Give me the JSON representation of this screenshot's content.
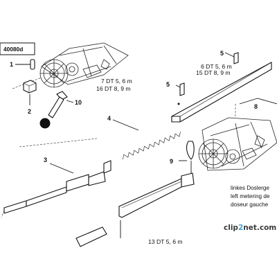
{
  "figure_id": "40080d",
  "callouts": [
    {
      "id": "c1",
      "num": "1"
    },
    {
      "id": "c2",
      "num": "2"
    },
    {
      "id": "c10",
      "num": "10"
    },
    {
      "id": "c4",
      "num": "4"
    },
    {
      "id": "c3",
      "num": "3"
    },
    {
      "id": "c5a",
      "num": "5"
    },
    {
      "id": "c5b",
      "num": "5"
    },
    {
      "id": "c8",
      "num": "8"
    },
    {
      "id": "c9",
      "num": "9"
    }
  ],
  "variants": {
    "upper_left": {
      "line1": "7 DT 5, 6 m",
      "line2": "16 DT 8, 9 m"
    },
    "upper_right": {
      "line1": "6 DT 5, 6 m",
      "line2": "15 DT 8, 9 m"
    },
    "bottom": {
      "line1": "13 DT 5, 6 m"
    }
  },
  "caption": {
    "de": "linkes Doslerge",
    "en": "left metering de",
    "fr": "doseur gauche"
  },
  "watermark": {
    "prefix": "clip",
    "accent": "2",
    "suffix": "net.com",
    "accent_color": "#3aa0d6",
    "text_color": "#3a3a3a"
  }
}
